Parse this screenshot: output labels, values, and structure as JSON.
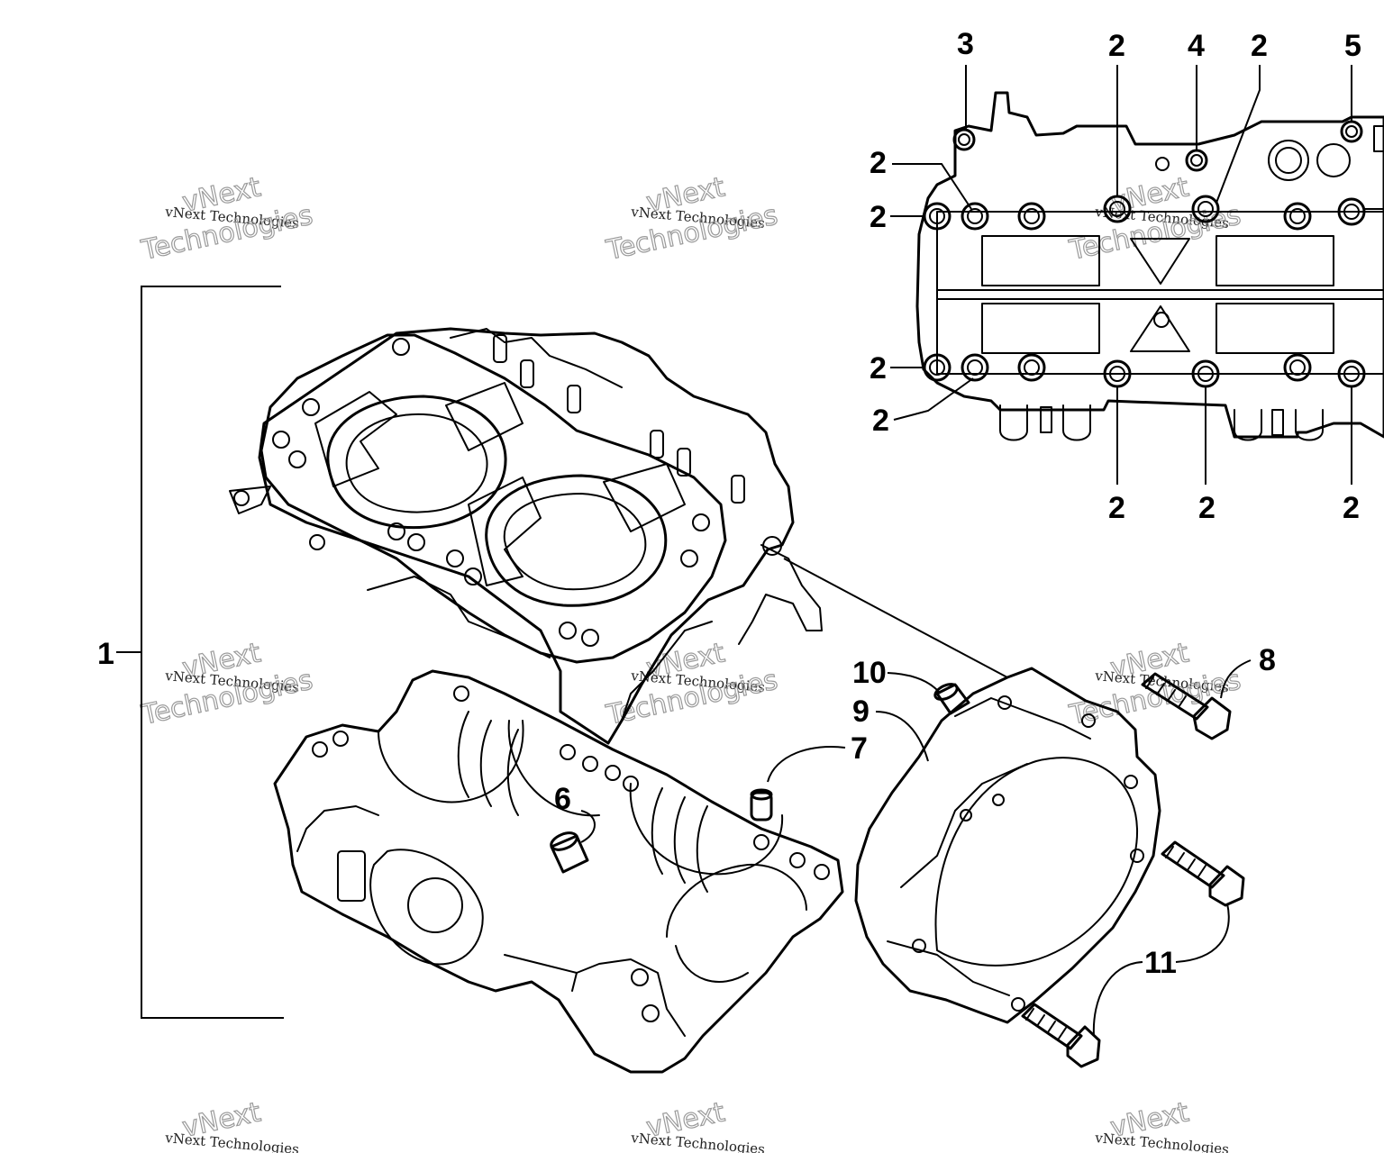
{
  "diagram": {
    "callouts": {
      "c1": "1",
      "c2": "2",
      "c3": "3",
      "c4": "4",
      "c5": "5",
      "c6": "6",
      "c7": "7",
      "c8": "8",
      "c9": "9",
      "c10": "10",
      "c11": "11"
    },
    "watermark": {
      "brand": "vNext",
      "word": "Technologies",
      "full": "vNext Technologies"
    }
  }
}
